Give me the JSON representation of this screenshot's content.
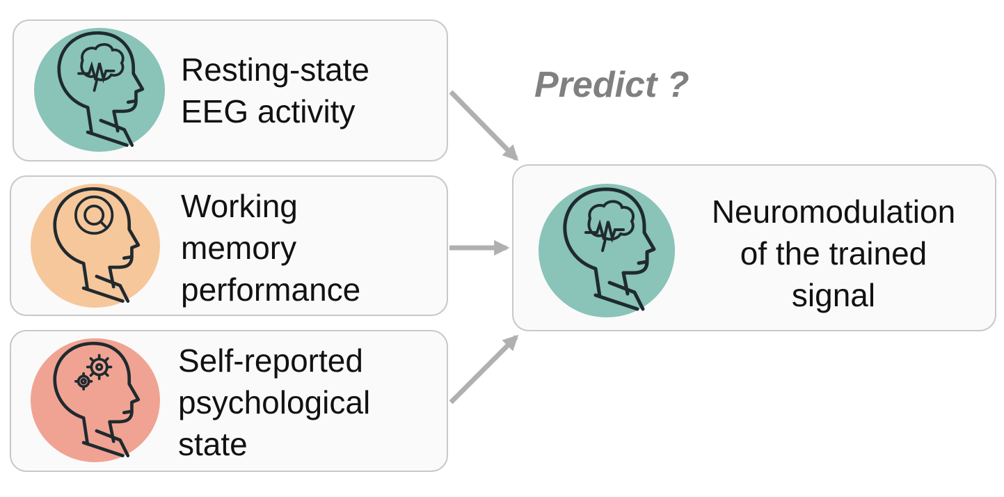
{
  "predict_label": "Predict ?",
  "inputs": [
    {
      "lines": [
        "Resting-state",
        "EEG activity"
      ],
      "icon": "brain-wave-head-icon",
      "color": "#8ac3b8"
    },
    {
      "lines": [
        "Working",
        "memory",
        "performance"
      ],
      "icon": "magnifier-head-icon",
      "color": "#f6c79b"
    },
    {
      "lines": [
        "Self-reported",
        "psychological",
        "state"
      ],
      "icon": "gears-head-icon",
      "color": "#f0a392"
    }
  ],
  "output": {
    "lines": [
      "Neuromodulation",
      "of the trained",
      "signal"
    ],
    "icon": "brain-wave-head-icon",
    "color": "#8ac3b8"
  },
  "colors": {
    "box_border": "#c8c8c8",
    "arrow": "#b0b0b0",
    "icon_stroke": "#1f2a30",
    "predict_text": "#808080"
  }
}
